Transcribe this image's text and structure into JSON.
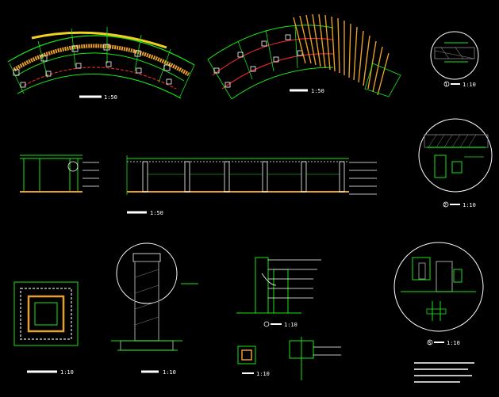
{
  "drawing": {
    "colors": {
      "background": "#000000",
      "line_green": "#19e619",
      "line_red": "#e0262a",
      "line_orange": "#e8a027",
      "line_yellow": "#f0d020",
      "line_white": "#ffffff",
      "hatch_gray": "#8a8a8a"
    },
    "scale_labels": {
      "plan_left": "1:50",
      "plan_right": "1:50",
      "detail_top_right": "1:10",
      "detail_circle_right": "1:10",
      "elevation": "1:50",
      "footing_plan": "1:10",
      "column_section": "1:10",
      "beam_joint": "1:10",
      "small_block": "1:10",
      "node_circle": "1:10"
    },
    "detail_marks": {
      "top_right": "1",
      "circle_right": "2",
      "node_circle": "3"
    }
  }
}
